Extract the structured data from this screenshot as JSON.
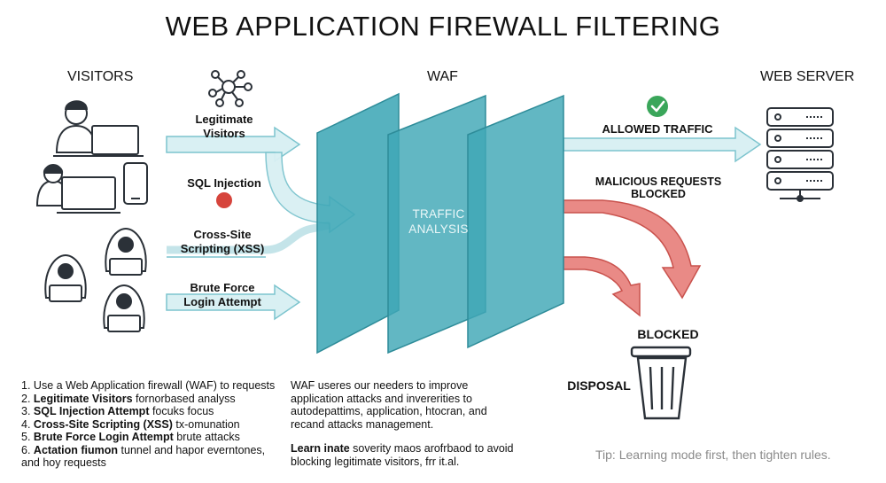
{
  "title": "WEB APPLICATION FIREWALL FILTERING",
  "columns": {
    "visitors": "VISITORS",
    "waf": "WAF",
    "server": "WEB SERVER"
  },
  "flows": {
    "legitimate": "Legitimate\nVisitors",
    "sql": "SQL Injection",
    "xss": "Cross-Site\nScripting (XSS)",
    "brute": "Brute Force\nLogin Attempt"
  },
  "waf_center": "TRAFFIC\nANALYSIS",
  "outcomes": {
    "allowed": "ALLOWED TRAFFIC",
    "malicious": "MALICIOUS REQUESTS\nBLOCKED",
    "blocked": "BLOCKED",
    "disposal": "DISPOSAL"
  },
  "notes_left": [
    {
      "num": "1.",
      "bold": "",
      "text": "Use a Web Application firewall (WAF) to requests"
    },
    {
      "num": "2.",
      "bold": "Legitimate Visitors",
      "text": " fornorbased analyss"
    },
    {
      "num": "3.",
      "bold": "SQL Injection Attempt",
      "text": " focuks focus"
    },
    {
      "num": "4.",
      "bold": "Cross-Site Scripting (XSS)",
      "text": " tx-omunation"
    },
    {
      "num": "5.",
      "bold": "Brute Force Login Attempt",
      "text": " brute attacks"
    },
    {
      "num": "6.",
      "bold": "Actation fiumon",
      "text": " tunnel and hapor everntones,\nand hoy requests"
    }
  ],
  "notes_right": {
    "para1": "WAF useres our needers to improve application attacks and invererities to autodepattims, application, htocran, and recand attacks management.",
    "para2_bold": "Learn inate",
    "para2": " soverity maos arofrbaod to avoid blocking legitimate visitors, frr it.al."
  },
  "tip": "Tip: Learning mode first, then tighten rules.",
  "colors": {
    "teal": "#3fa7b6",
    "teal_dark": "#2e8c99",
    "flow_fill": "#d9f0f3",
    "flow_stroke": "#7cc4ce",
    "red_fill": "#e98a86",
    "red_stroke": "#c9524d",
    "red_dot": "#d6443c",
    "green": "#3aa65a",
    "icon": "#2b3138"
  },
  "icons": [
    "network-icon",
    "checkmark-icon",
    "server-icon",
    "trash-icon",
    "user-laptop-icon",
    "user-tablet-icon",
    "hacker-icon"
  ]
}
